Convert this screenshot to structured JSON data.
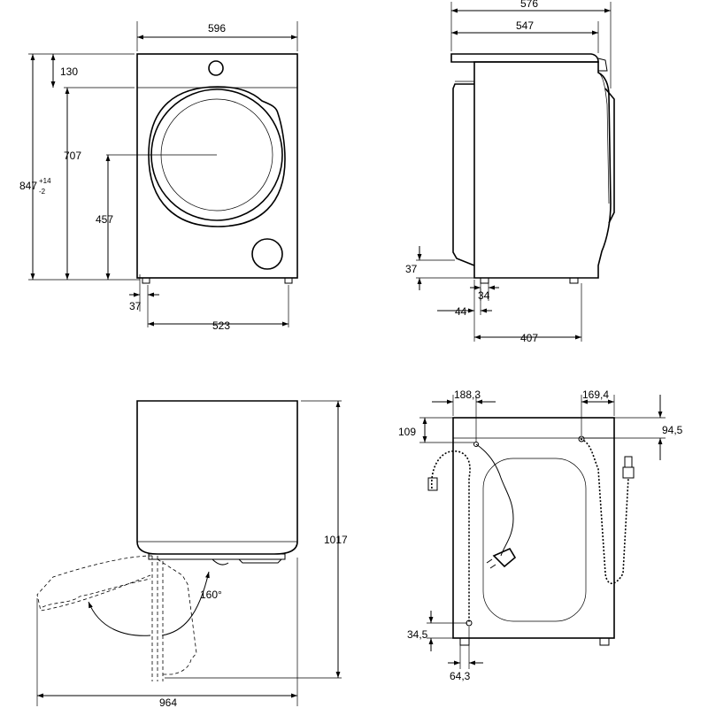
{
  "front_view": {
    "width": "596",
    "top_offset": "130",
    "porthole_height": "707",
    "total_height": "847",
    "height_tol_plus": "+14",
    "height_tol_minus": "-2",
    "door_center_height": "457",
    "foot_height": "37",
    "foot_span": "523"
  },
  "side_view": {
    "total_depth": "576",
    "body_depth": "547",
    "foot_height": "37",
    "foot_inset": "34",
    "rear_offset": "44",
    "foot_span": "407"
  },
  "top_view": {
    "height": "1017",
    "door_opening_depth": "964",
    "door_angle": "160°"
  },
  "rear_view": {
    "power_cable_offset": "188,3",
    "hose_offset": "169,4",
    "cable_top_offset": "109",
    "inlet_top_offset": "94,5",
    "bottom_offset": "34,5",
    "drain_offset": "64,3"
  }
}
